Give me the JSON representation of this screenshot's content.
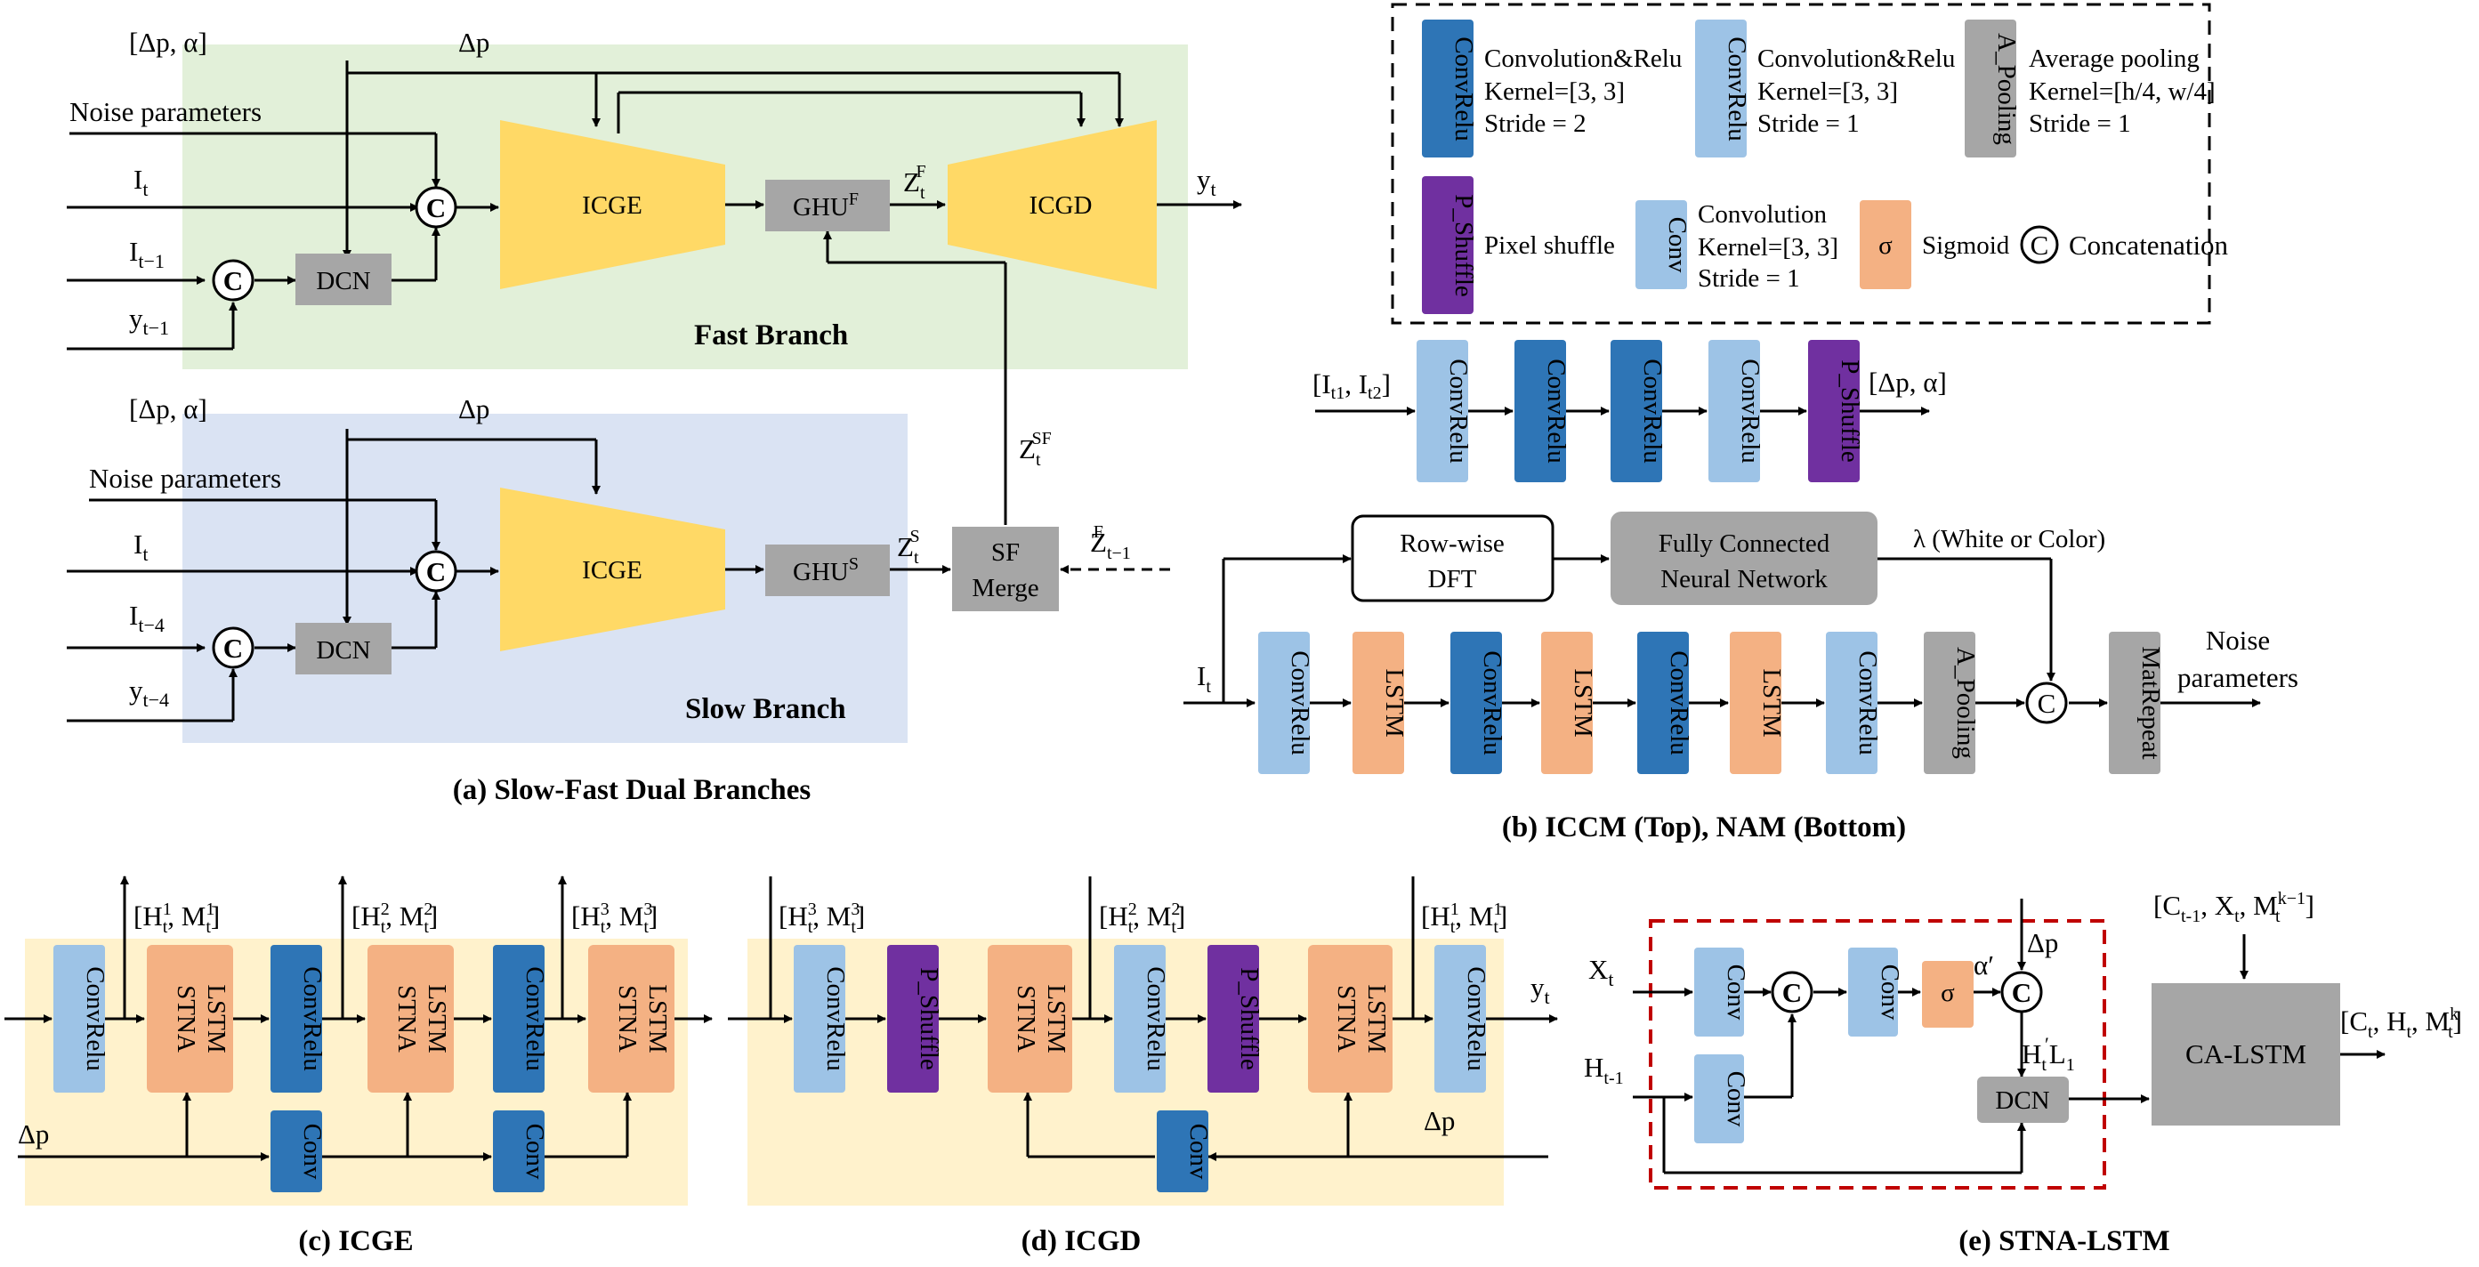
{
  "colors": {
    "conv_relu_dark": "#2E75B6",
    "conv_relu_light": "#9DC3E6",
    "conv_light": "#9DC3E6",
    "a_pooling": "#A6A6A6",
    "p_shuffle": "#7030A0",
    "sigmoid": "#F4B183",
    "lstm": "#F4B183",
    "dcn": "#A6A6A6",
    "ghu": "#A6A6A6",
    "icg": "#FFD966",
    "fast_branch_bg": "#E2F0D9",
    "slow_branch_bg": "#DAE3F3",
    "encoder_bg": "#FFF2CC",
    "stna_frame": "#C00000"
  },
  "legend": {
    "conv_relu_s2": {
      "box": "ConvRelu",
      "line1": "Convolution&Relu",
      "line2": "Kernel=[3, 3]",
      "line3": "Stride = 2"
    },
    "conv_relu_s1": {
      "box": "ConvRelu",
      "line1": "Convolution&Relu",
      "line2": "Kernel=[3, 3]",
      "line3": "Stride = 1"
    },
    "a_pooling": {
      "box": "A_Pooling",
      "line1": "Average pooling",
      "line2": "Kernel=[h/4, w/4]",
      "line3": "Stride = 1"
    },
    "p_shuffle": {
      "box": "P_Shuffle",
      "desc": "Pixel shuffle"
    },
    "conv": {
      "box": "Conv",
      "line1": "Convolution",
      "line2": "Kernel=[3, 3]",
      "line3": "Stride = 1"
    },
    "sigmoid": {
      "box": "σ",
      "desc": "Sigmoid"
    },
    "concat": {
      "symbol": "C",
      "desc": "Concatenation"
    }
  },
  "panel_a": {
    "caption": "(a) Slow-Fast Dual Branches",
    "fast": {
      "title": "Fast Branch",
      "dp_alpha": "[Δp, α]",
      "dp": "Δp",
      "noise": "Noise parameters",
      "it": "I",
      "it_sub": "t",
      "itm1": "I",
      "itm1_sub": "t−1",
      "ytm1": "y",
      "ytm1_sub": "t−1",
      "concat1": "C",
      "concat2": "C",
      "dcn": "DCN",
      "icge": "ICGE",
      "ghu": "GHU",
      "ghu_sup": "F",
      "z": "Z",
      "z_sub": "t",
      "z_sup": "F",
      "icgd": "ICGD",
      "out": "y",
      "out_sub": "t"
    },
    "slow": {
      "title": "Slow Branch",
      "dp_alpha": "[Δp, α]",
      "dp": "Δp",
      "noise": "Noise parameters",
      "it": "I",
      "it_sub": "t",
      "itm4": "I",
      "itm4_sub": "t−4",
      "ytm4": "y",
      "ytm4_sub": "t−4",
      "concat1": "C",
      "concat2": "C",
      "dcn": "DCN",
      "icge": "ICGE",
      "ghu": "GHU",
      "ghu_sup": "S",
      "z": "Z",
      "z_sub": "t",
      "z_sup": "S"
    },
    "sf_merge_line1": "SF",
    "sf_merge_line2": "Merge",
    "zsf": "Z",
    "zsf_sub": "t",
    "zsf_sup": "SF",
    "zprev": "Z",
    "zprev_sub": "t−1",
    "zprev_sup": "F"
  },
  "panel_b": {
    "caption": "(b) ICCM (Top), NAM (Bottom)",
    "iccm_input": "[I",
    "iccm_in_sub1": "t1",
    "iccm_in_sep": ", I",
    "iccm_in_sub2": "t2",
    "iccm_in_close": "]",
    "iccm_blocks": [
      "ConvRelu",
      "ConvRelu",
      "ConvRelu",
      "ConvRelu",
      "P_Shuffle"
    ],
    "iccm_output": "[Δp, α]",
    "dft_line1": "Row-wise",
    "dft_line2": "DFT",
    "fc_line1": "Fully Connected",
    "fc_line2": "Neural Network",
    "lambda": "λ (White or Color)",
    "nam_input": "I",
    "nam_input_sub": "t",
    "nam_blocks": [
      "ConvRelu",
      "LSTM",
      "ConvRelu",
      "LSTM",
      "ConvRelu",
      "LSTM",
      "ConvRelu",
      "A_Pooling"
    ],
    "concat": "C",
    "matrepeat": "MatRepeat",
    "out_line1": "Noise",
    "out_line2": "parameters"
  },
  "panel_c": {
    "caption": "(c) ICGE",
    "convrelu": "ConvRelu",
    "stna_line1": "STNA",
    "stna_line2": "LSTM",
    "conv": "Conv",
    "dp": "Δp",
    "hm": "[H",
    "hm_sub": "t",
    "sup1": "1",
    "sup2": "2",
    "sup3": "3",
    "hm_mid": ", M",
    "hm_close": "]"
  },
  "panel_d": {
    "caption": "(d) ICGD",
    "convrelu": "ConvRelu",
    "pshuffle": "P_Shuffle",
    "stna_line1": "STNA",
    "stna_line2": "LSTM",
    "conv": "Conv",
    "dp": "Δp",
    "out": "y",
    "out_sub": "t"
  },
  "panel_e": {
    "caption": "(e) STNA-LSTM",
    "xt": "X",
    "xt_sub": "t",
    "ht1": "H",
    "ht1_sub": "t-1",
    "conv": "Conv",
    "sigma": "σ",
    "concat": "C",
    "alpha": "α′",
    "dp": "Δp",
    "dcn": "DCN",
    "hl": "H",
    "hl_sub": "t",
    "hl_sup": "′",
    "hl_l": "L",
    "hl_l_sub": "1",
    "top_in": "[C",
    "top_in_sub": "t-1",
    "top_in_mid": ", X",
    "top_in_sub2": "t",
    "top_in_mid2": ", M",
    "top_in_sub3": "t",
    "top_in_sup3": "k−1",
    "top_in_close": "]",
    "ca_lstm": "CA-LSTM",
    "out": "[C",
    "out_sub1": "t",
    "out_mid": ", H",
    "out_sub2": "t",
    "out_mid2": ", M",
    "out_sub3": "t",
    "out_sup3": "k",
    "out_close": "]"
  }
}
